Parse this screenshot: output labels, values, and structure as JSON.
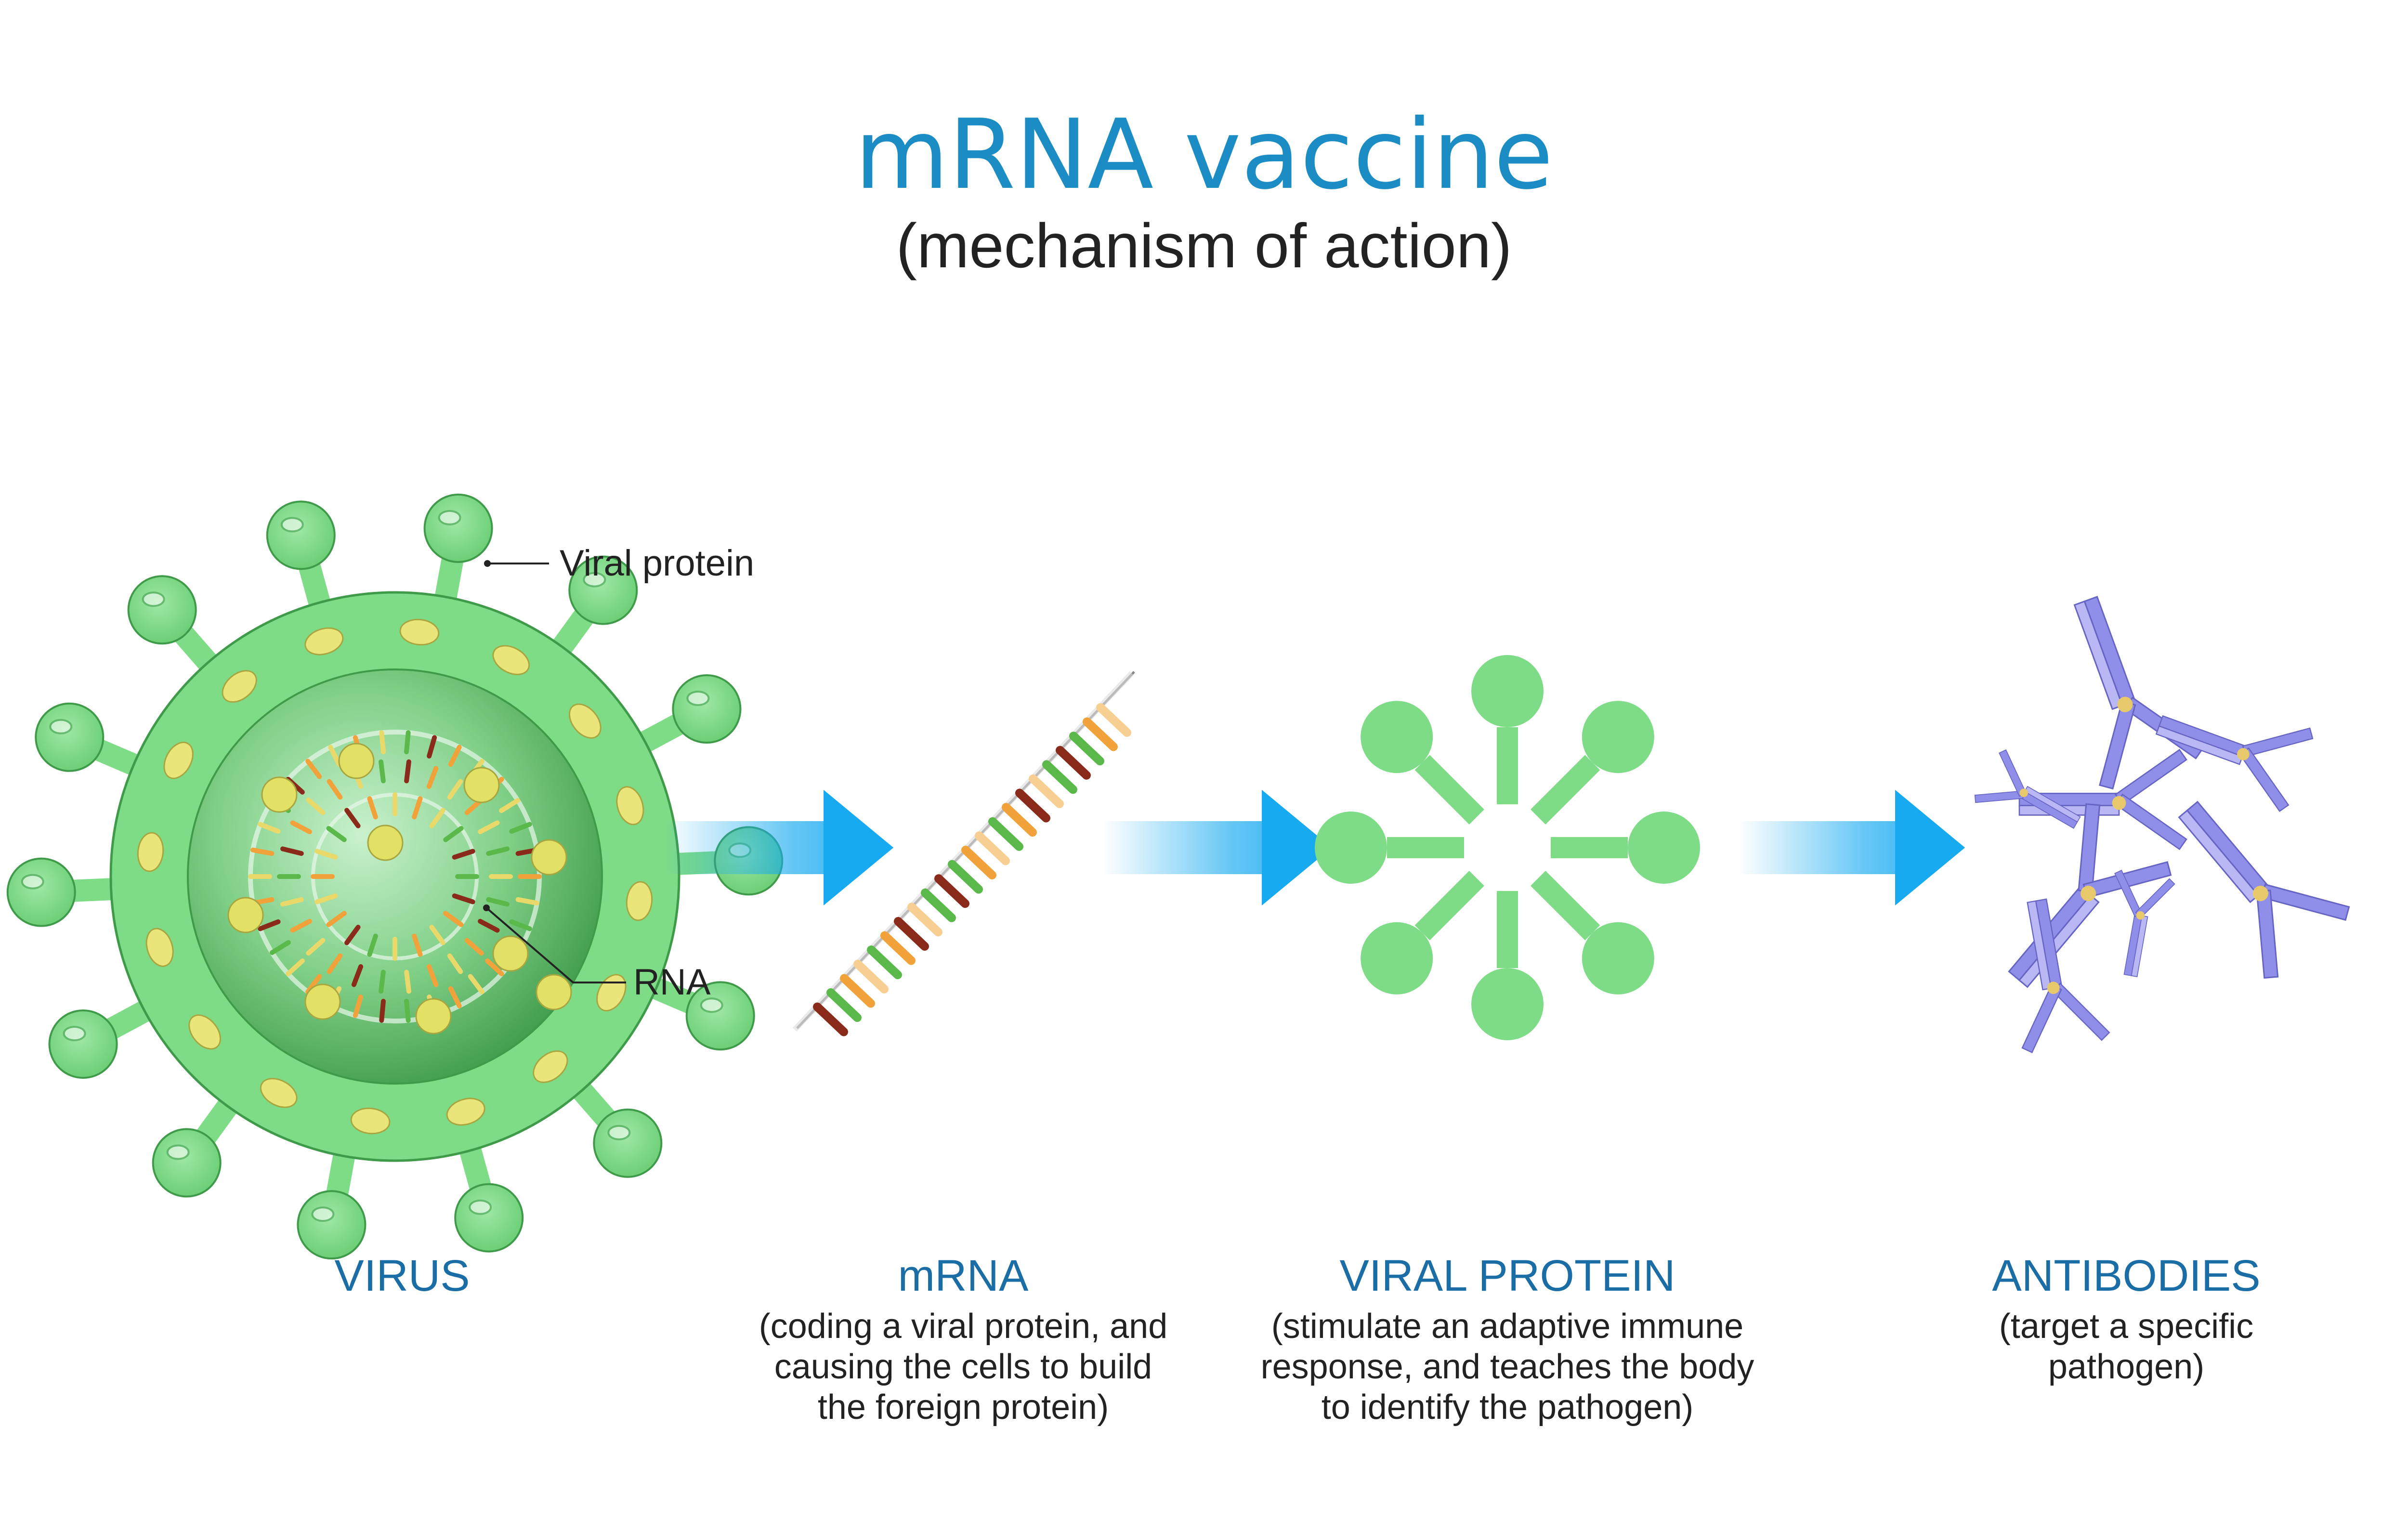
{
  "title": "mRNA vaccine",
  "subtitle": "(mechanism of action)",
  "callouts": {
    "viral_protein": "Viral protein",
    "rna": "RNA"
  },
  "stages": [
    {
      "heading": "VIRUS",
      "lines": []
    },
    {
      "heading": "mRNA",
      "lines": [
        "(coding a viral protein, and",
        "causing the cells to build",
        "the foreign protein)"
      ]
    },
    {
      "heading": "VIRAL PROTEIN",
      "lines": [
        "(stimulate an adaptive immune",
        "response, and teaches the body",
        "to identify the pathogen)"
      ]
    },
    {
      "heading": "ANTIBODIES",
      "lines": [
        "(target a specific",
        "pathogen)"
      ]
    }
  ],
  "colors": {
    "title": "#1b8cc4",
    "label": "#1a6ea5",
    "virus_green": "#7edb86",
    "virus_dark": "#3f9a4a",
    "arrow": "#18aaf0",
    "antibody": "#8f8ee8",
    "antibody_hinge": "#e7c86a"
  },
  "icons": [
    "virus-icon",
    "mrna-strand-icon",
    "viral-protein-icon",
    "antibody-icon",
    "arrow-right-icon"
  ]
}
